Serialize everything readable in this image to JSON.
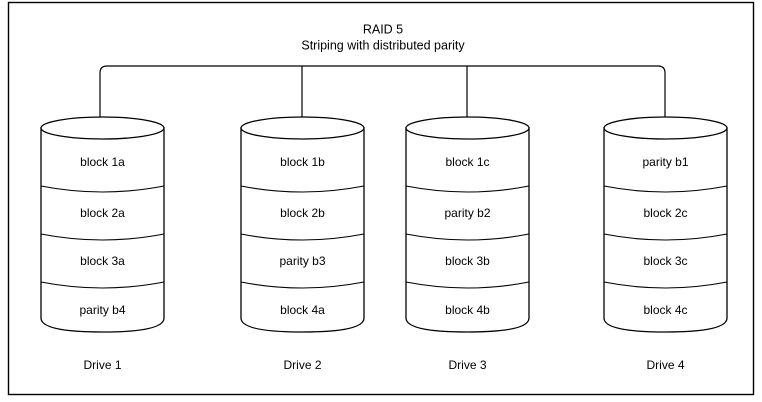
{
  "diagram": {
    "title": "RAID 5",
    "subtitle": "Striping with distributed parity",
    "frame_color": "#000000",
    "background_color": "#ffffff",
    "line_color": "#000000",
    "text_color": "#000000"
  },
  "drives": [
    {
      "label": "Drive 1",
      "blocks": [
        "block 1a",
        "block 2a",
        "block 3a",
        "parity b4"
      ]
    },
    {
      "label": "Drive 2",
      "blocks": [
        "block 1b",
        "block 2b",
        "parity b3",
        "block 4a"
      ]
    },
    {
      "label": "Drive 3",
      "blocks": [
        "block 1c",
        "parity b2",
        "block 3b",
        "block 4b"
      ]
    },
    {
      "label": "Drive 4",
      "blocks": [
        "parity b1",
        "block 2c",
        "block 3c",
        "block 4c"
      ]
    }
  ]
}
